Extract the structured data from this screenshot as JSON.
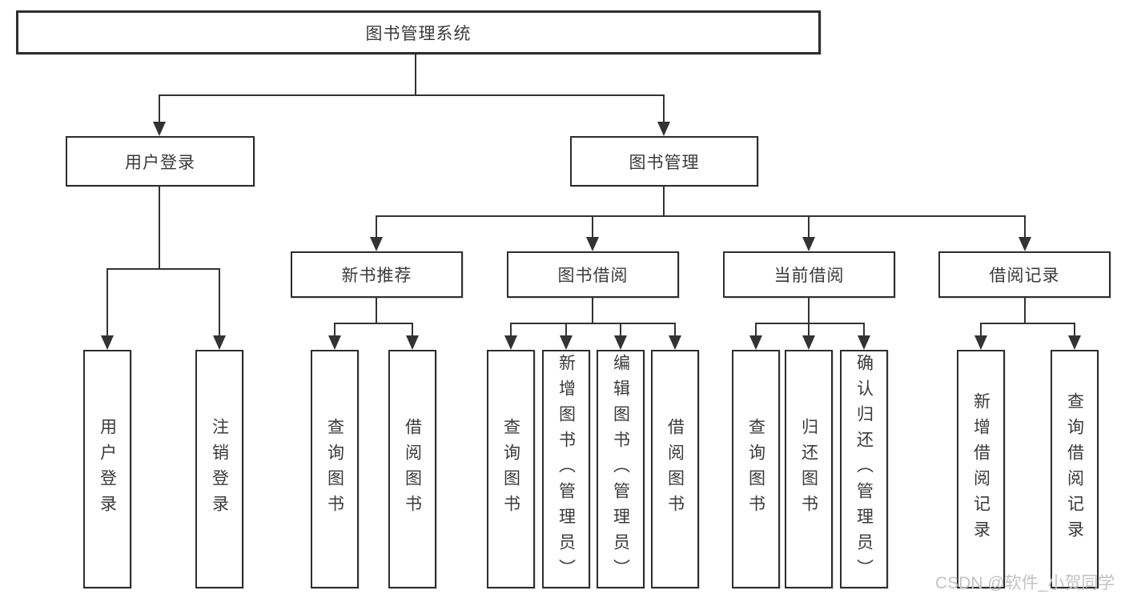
{
  "diagram": {
    "title_node": {
      "label": "图书管理系统"
    },
    "level2": [
      {
        "id": "user-login",
        "label": "用户登录"
      },
      {
        "id": "book-management",
        "label": "图书管理"
      }
    ],
    "level3": [
      {
        "id": "new-book-recommend",
        "parent": "图书管理",
        "label": "新书推荐"
      },
      {
        "id": "book-borrow",
        "parent": "图书管理",
        "label": "图书借阅"
      },
      {
        "id": "current-borrow",
        "parent": "图书管理",
        "label": "当前借阅"
      },
      {
        "id": "borrow-record",
        "parent": "图书管理",
        "label": "借阅记录"
      }
    ],
    "leaves": [
      {
        "id": "user-login-leaf",
        "parent": "用户登录",
        "label": "用户登录"
      },
      {
        "id": "logout",
        "parent": "用户登录",
        "label": "注销登录"
      },
      {
        "id": "query-books-recommend",
        "parent": "新书推荐",
        "label": "查询图书"
      },
      {
        "id": "borrow-books-recommend",
        "parent": "新书推荐",
        "label": "借阅图书"
      },
      {
        "id": "query-books-borrow",
        "parent": "图书借阅",
        "label": "查询图书"
      },
      {
        "id": "add-books-admin",
        "parent": "图书借阅",
        "label": "新增图书（管理员）"
      },
      {
        "id": "edit-books-admin",
        "parent": "图书借阅",
        "label": "编辑图书（管理员）"
      },
      {
        "id": "borrow-books-borrow",
        "parent": "图书借阅",
        "label": "借阅图书"
      },
      {
        "id": "query-books-current",
        "parent": "当前借阅",
        "label": "查询图书"
      },
      {
        "id": "return-books",
        "parent": "当前借阅",
        "label": "归还图书"
      },
      {
        "id": "confirm-return-admin",
        "parent": "当前借阅",
        "label": "确认归还（管理员）"
      },
      {
        "id": "add-borrow-record",
        "parent": "借阅记录",
        "label": "新增借阅记录"
      },
      {
        "id": "query-borrow-record",
        "parent": "借阅记录",
        "label": "查询借阅记录"
      }
    ],
    "colors": {
      "line": "#333333",
      "box_border": "#2e2e2e",
      "text": "#3a3a3a",
      "background": "#ffffff",
      "watermark": "#c3c3c3"
    }
  },
  "watermark": {
    "text": "CSDN @软件_小贺同学"
  }
}
